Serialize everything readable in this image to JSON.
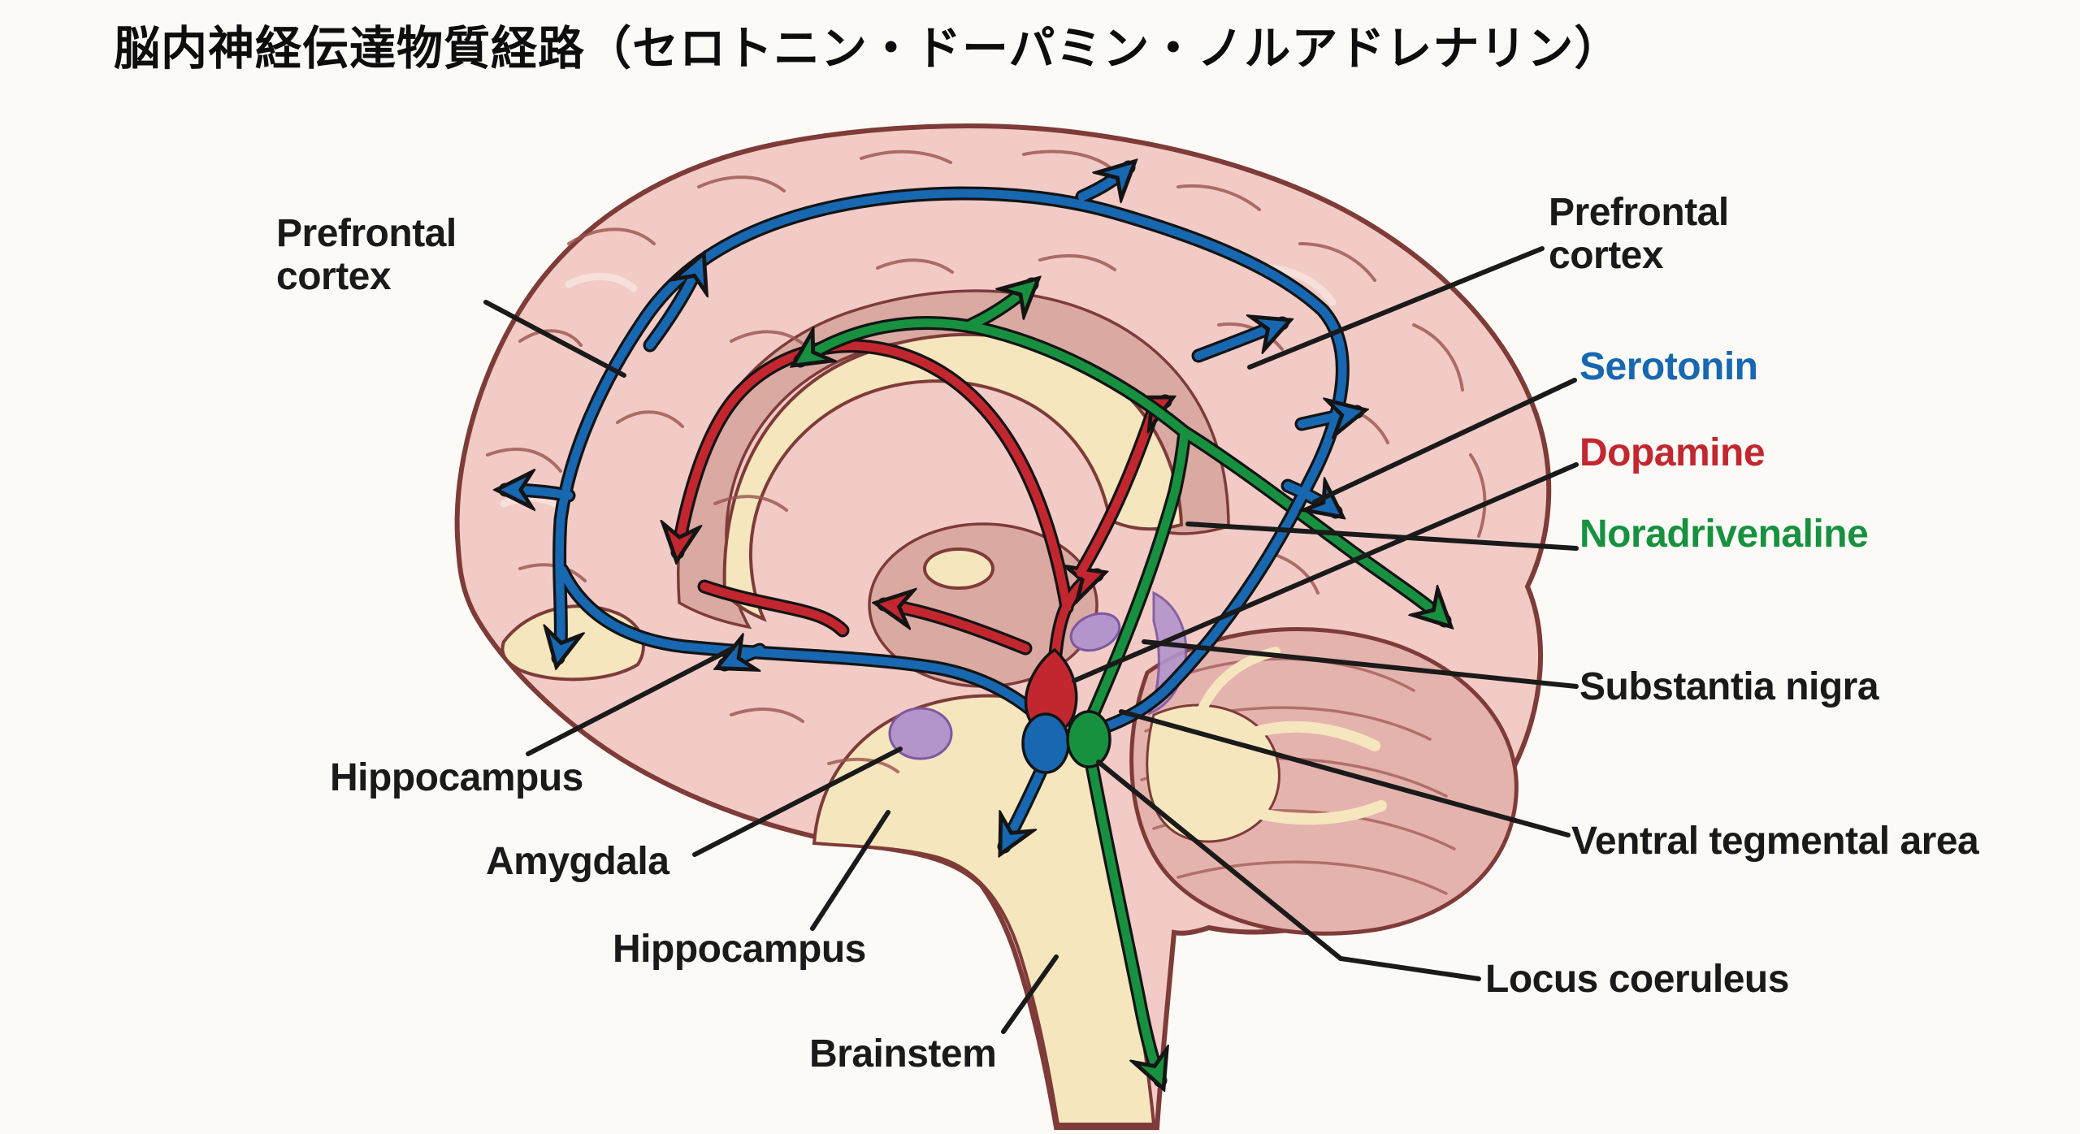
{
  "title": "脳内神経伝達物質経路（セロトニン・ドーパミン・ノルアドレナリン）",
  "labels": {
    "prefrontal_cortex_left": "Prefrontal\ncortex",
    "prefrontal_cortex_right": "Prefrontal\ncortex",
    "substantia_nigra": "Substantia nigra",
    "ventral_tegmental_area": "Ventral tegmental area",
    "locus_coeruleus": "Locus coeruleus",
    "hippocampus_left": "Hippocampus",
    "amygdala": "Amygdala",
    "hippocampus_lower": "Hippocampus",
    "brainstem": "Brainstem"
  },
  "pathways": [
    {
      "name": "Serotonin",
      "color": "#1767B1"
    },
    {
      "name": "Dopamine",
      "color": "#C2272F"
    },
    {
      "name": "Noradrivenaline",
      "color": "#17913F"
    }
  ],
  "colors": {
    "serotonin": "#1767B1",
    "dopamine": "#C2272F",
    "noradrenaline": "#17913F",
    "nucleus_purple": "#B394CB",
    "brain_fill": "#F2CBC6",
    "cerebellum_fill": "#E5B3AD",
    "cream": "#F5E6BE",
    "mauve": "#D9A9A2",
    "gyri": "#9B524D",
    "outline": "#7E3B38",
    "background": "#FBFAF6",
    "text": "#1a1a1a"
  }
}
